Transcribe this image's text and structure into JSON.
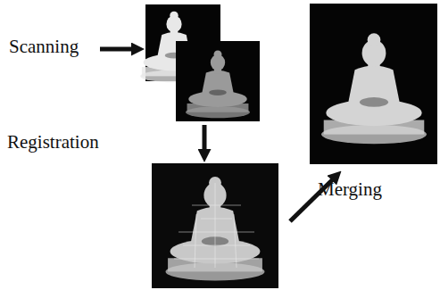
{
  "diagram": {
    "labels": [
      "Scanning",
      "Registration",
      "Merging"
    ]
  }
}
